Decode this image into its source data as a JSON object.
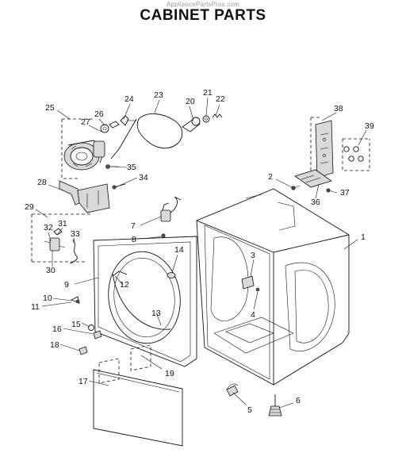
{
  "header": {
    "watermark": "AppliancePartsPros.com",
    "title": "CABINET PARTS"
  },
  "callouts": [
    "1",
    "2",
    "3",
    "4",
    "5",
    "6",
    "7",
    "8",
    "9",
    "10",
    "11",
    "12",
    "13",
    "14",
    "15",
    "16",
    "17",
    "18",
    "19",
    "20",
    "21",
    "22",
    "23",
    "24",
    "25",
    "26",
    "27",
    "28",
    "29",
    "30",
    "31",
    "32",
    "33",
    "34",
    "35",
    "36",
    "37",
    "38",
    "39"
  ]
}
